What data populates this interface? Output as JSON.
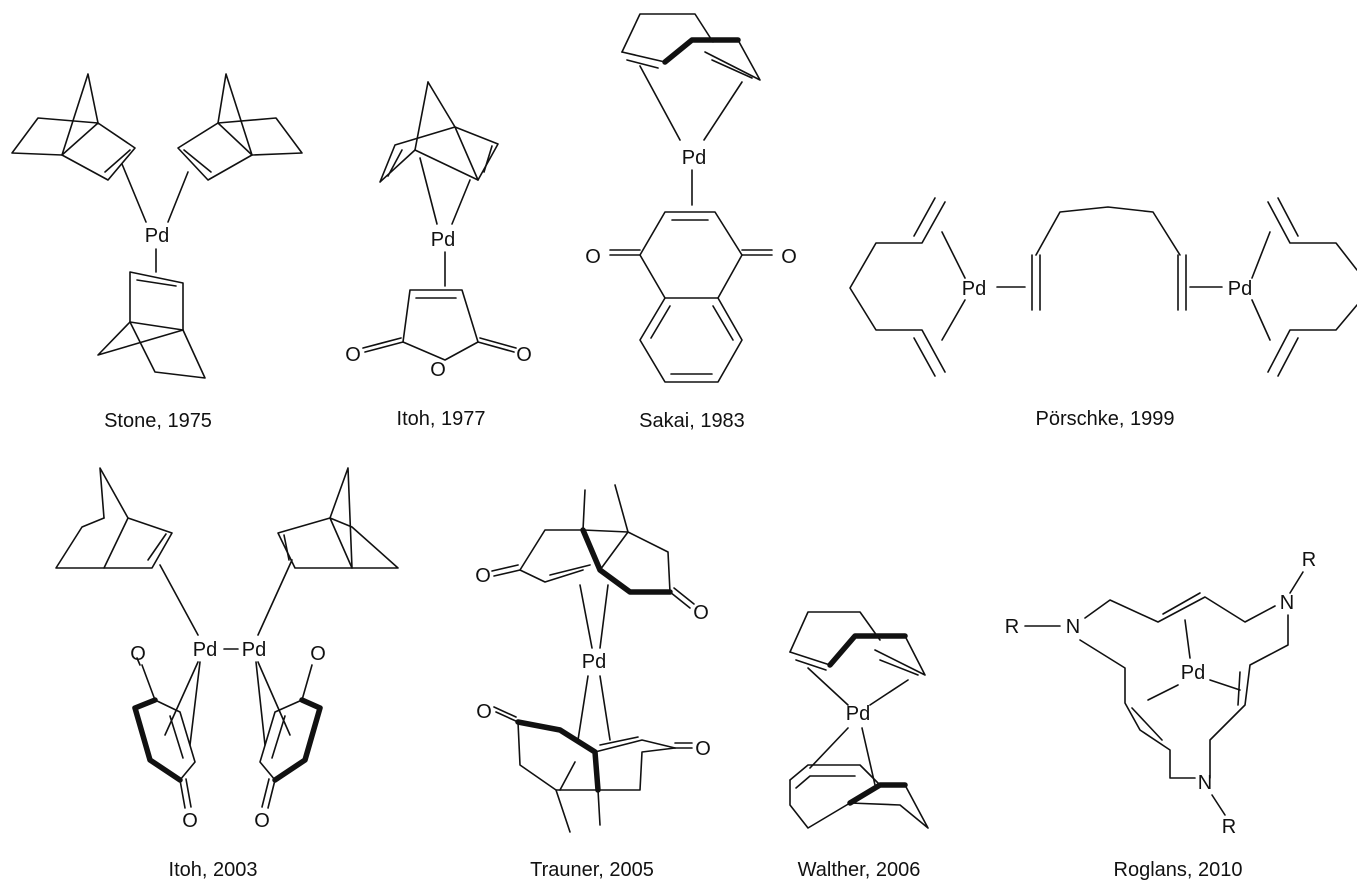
{
  "atoms": {
    "pd": "Pd",
    "o": "O",
    "n": "N",
    "r": "R"
  },
  "compounds": [
    {
      "caption": "Stone, 1975"
    },
    {
      "caption": "Itoh, 1977"
    },
    {
      "caption": "Sakai, 1983"
    },
    {
      "caption": "Pörschke, 1999"
    },
    {
      "caption": "Itoh, 2003"
    },
    {
      "caption": "Trauner, 2005"
    },
    {
      "caption": "Walther, 2006"
    },
    {
      "caption": "Roglans, 2010"
    }
  ]
}
